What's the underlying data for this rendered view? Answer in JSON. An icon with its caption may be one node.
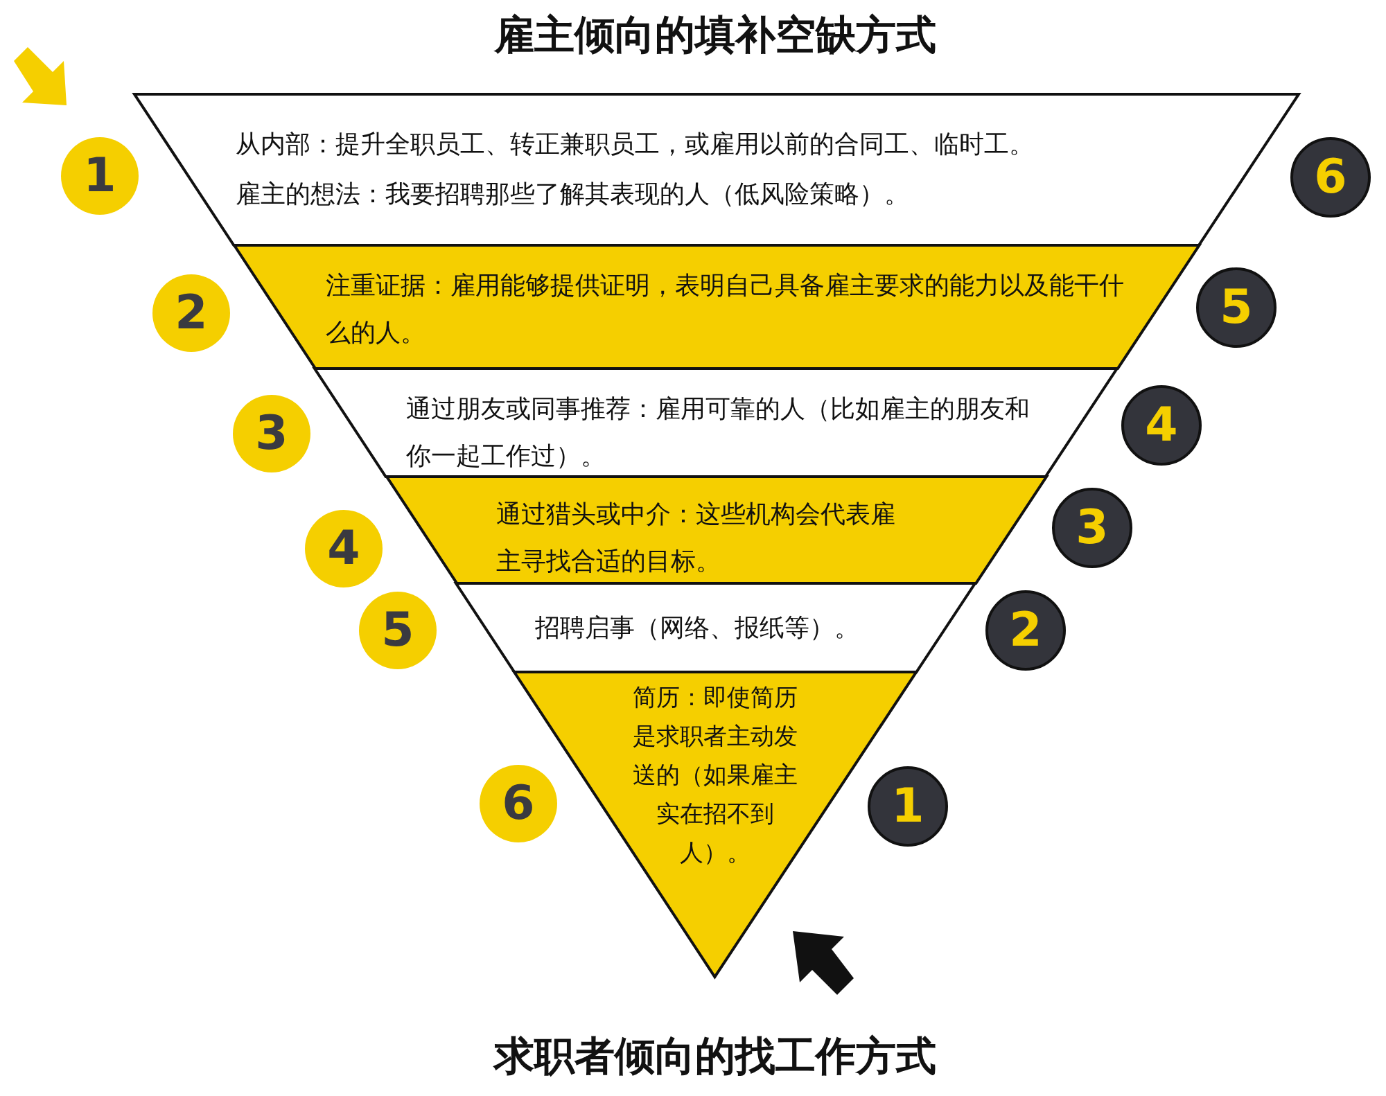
{
  "diagram": {
    "title": "雇主倾向的填补空缺方式",
    "caption": "求职者倾向的找工作方式",
    "nodes": [
      {
        "text": [
          "从内部：提升全职员工、转正兼职员工，或雇用以前的合同工、临时工。",
          "雇主的想法：我要招聘那些了解其表现的人（低风险策略）。"
        ]
      },
      {
        "text": [
          "注重证据：雇用能够提供证明，表明自己具备雇主要求的能力以及能干什么的人。"
        ]
      },
      {
        "text": [
          "通过朋友或同事推荐：雇用可靠的人（比如雇主的朋友和你一起工作过）。"
        ]
      },
      {
        "text": [
          "通过猎头或中介：这些机构会代表雇主寻找合适的目标。"
        ]
      },
      {
        "text": [
          "招聘启事（网络、报纸等）。"
        ]
      },
      {
        "text": [
          "简历：即使简历是求职者主动发送的（如果雇主实在招不到人）。"
        ]
      },
      {
        "text": [
          "1"
        ]
      },
      {
        "text": [
          "2"
        ]
      },
      {
        "text": [
          "3"
        ]
      },
      {
        "text": [
          "4"
        ]
      },
      {
        "text": [
          "5"
        ]
      },
      {
        "text": [
          "6"
        ]
      },
      {
        "text": [
          "6"
        ]
      },
      {
        "text": [
          "5"
        ]
      },
      {
        "text": [
          "4"
        ]
      },
      {
        "text": [
          "3"
        ]
      },
      {
        "text": [
          "2"
        ]
      },
      {
        "text": [
          "1"
        ]
      }
    ],
    "edges": []
  }
}
